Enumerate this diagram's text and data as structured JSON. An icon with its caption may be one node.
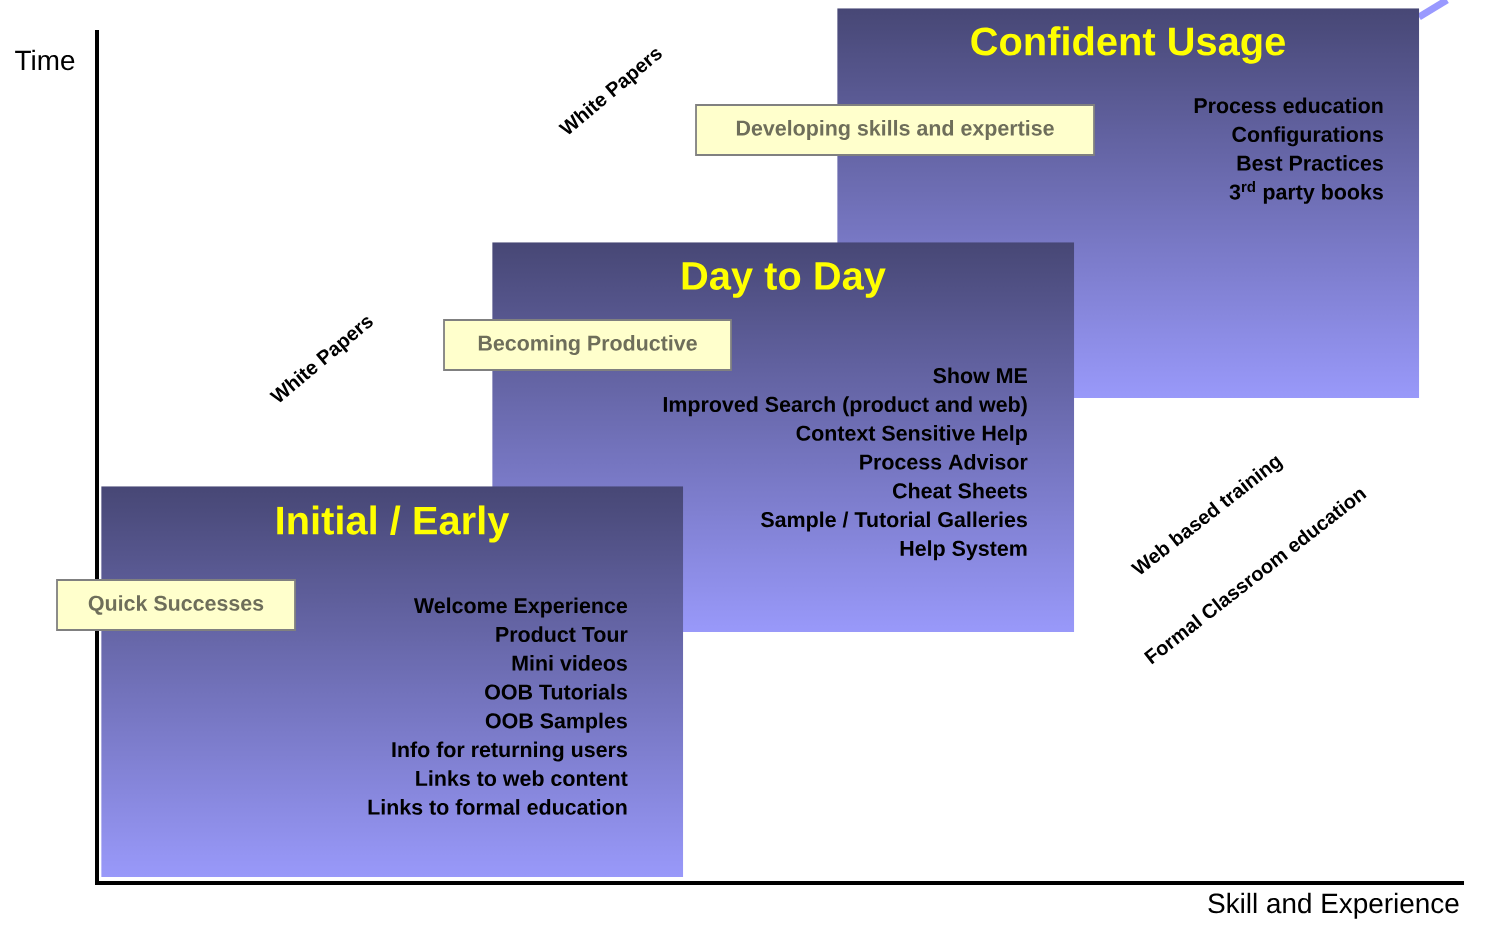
{
  "diagram": {
    "nodes": [
      {
        "text": [
          "Confident Usage",
          "Process education",
          "Configurations",
          "Best Practices",
          "3$^{rd}$ party books"
        ]
      },
      {
        "text": [
          "Developing skills and expertise"
        ]
      },
      {
        "text": [
          "Day to Day",
          "Show ME",
          "Improved Search (product and web)",
          "Context Sensitive Help",
          "Process Advisor",
          "Cheat Sheets",
          "Sample / Tutorial Galleries",
          "Help System"
        ]
      },
      {
        "text": [
          "Becoming Productive"
        ]
      },
      {
        "text": [
          "Initial / Early",
          "Welcome Experience",
          "Product Tour",
          "Mini videos",
          "OOB Tutorials",
          "OOB Samples",
          "Info for returning users",
          "Links to web content",
          "Links to formal education"
        ]
      },
      {
        "text": [
          "Quick Successes"
        ]
      }
    ],
    "labels": [
      "Time",
      "White Papers",
      "White Papers",
      "Web based training",
      "Formal Classroom education",
      "Skill and Experience"
    ]
  }
}
